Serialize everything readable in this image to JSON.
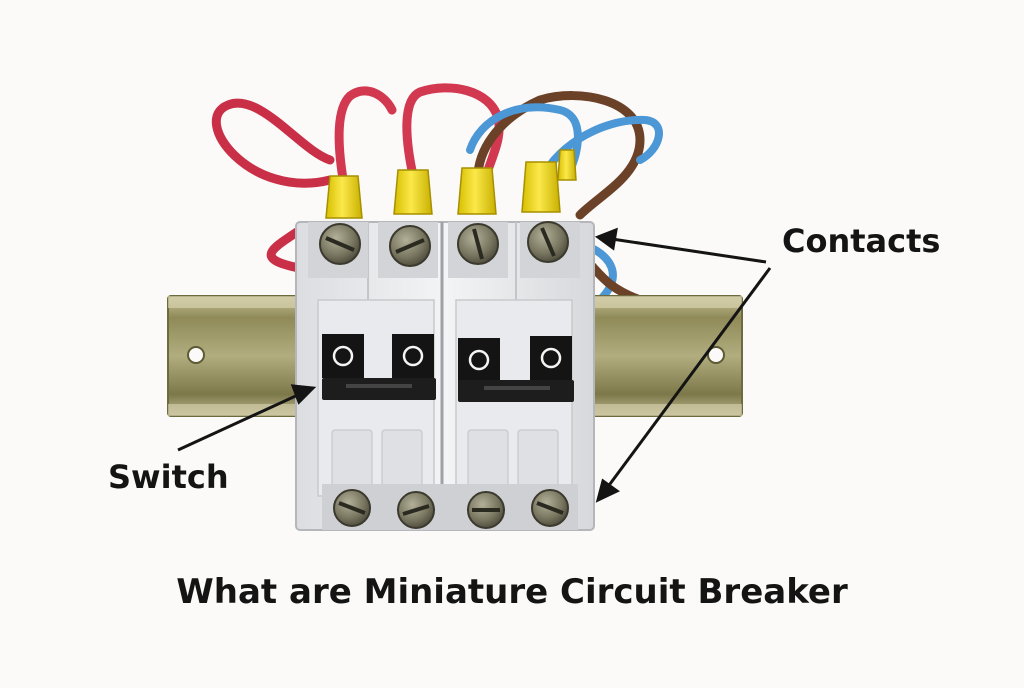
{
  "labels": {
    "contacts": "Contacts",
    "switch": "Switch"
  },
  "caption": "What are Miniature Circuit Breaker",
  "breaker": {
    "poles": 4,
    "status_marks": [
      "O",
      "O",
      "O",
      "O"
    ]
  },
  "colors": {
    "background": "#fbfaf8",
    "text": "#141414",
    "wire_red": "#d2384f",
    "wire_blue": "#4c97d6",
    "wire_brown": "#6b4127",
    "ferrule_yellow": "#f4de1c",
    "housing": "#ecedef",
    "rail": "#9a9460"
  },
  "icons": [
    "arrow-contacts-top",
    "arrow-contacts-bottom",
    "arrow-switch"
  ]
}
